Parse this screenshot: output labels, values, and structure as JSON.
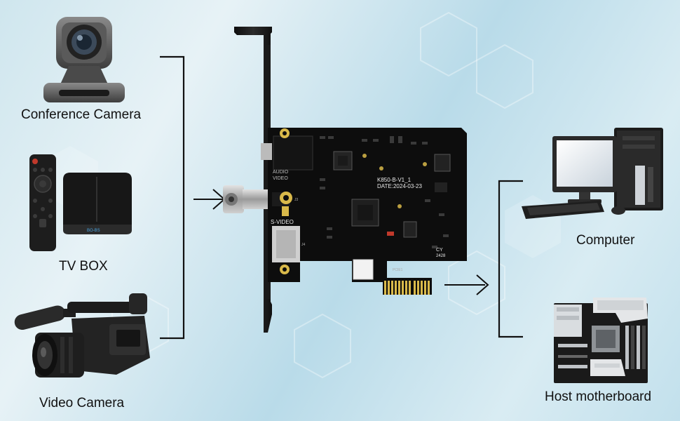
{
  "inputs": {
    "conference_camera": {
      "label": "Conference Camera",
      "icon": "conference-camera-icon"
    },
    "tv_box": {
      "label": "TV BOX",
      "icon": "tv-box-icon",
      "box_text": "BO-BS"
    },
    "video_camera": {
      "label": "Video Camera",
      "icon": "video-camera-icon"
    }
  },
  "card": {
    "model": "K850-B-V1_1",
    "date": "DATE:2024-03-23",
    "port_audio": "AUDIO",
    "port_video": "VIDEO",
    "port_svideo": "S-VIDEO",
    "j3": "J3",
    "j4": "J4",
    "pcie": "PCIE1",
    "cy": "CY",
    "cy_code": "2428"
  },
  "outputs": {
    "computer": {
      "label": "Computer",
      "icon": "computer-icon"
    },
    "motherboard": {
      "label": "Host motherboard",
      "icon": "motherboard-icon"
    }
  },
  "colors": {
    "pcb": "#0d0d0d",
    "gold": "#d9b94a",
    "bracket": "#1c1c1c",
    "connector": "#c9c9c9",
    "line": "#111111"
  }
}
